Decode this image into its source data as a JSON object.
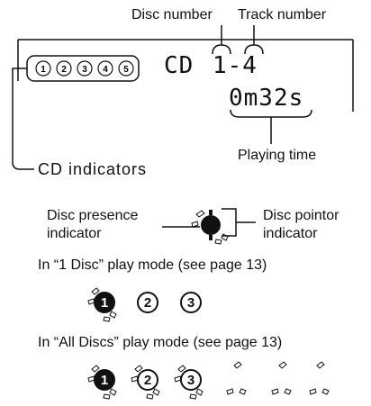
{
  "labels": {
    "disc_number": "Disc number",
    "track_number": "Track number",
    "playing_time": "Playing time",
    "cd_indicators": "CD indicators",
    "disc_presence_line1": "Disc presence",
    "disc_presence_line2": "indicator",
    "disc_pointer_line1": "Disc pointor",
    "disc_pointer_line2": "indicator",
    "one_disc_mode": "In “1 Disc” play mode (see page 13)",
    "all_discs_mode": "In “All Discs” play mode (see page 13)"
  },
  "display": {
    "source": "CD",
    "disc_track": "1-4",
    "time": "0m32s"
  },
  "indicator_digits": [
    "1",
    "2",
    "3",
    "4",
    "5"
  ],
  "one_disc_digits": [
    "1",
    "2",
    "3"
  ],
  "all_discs_digits": [
    "1",
    "2",
    "3"
  ]
}
